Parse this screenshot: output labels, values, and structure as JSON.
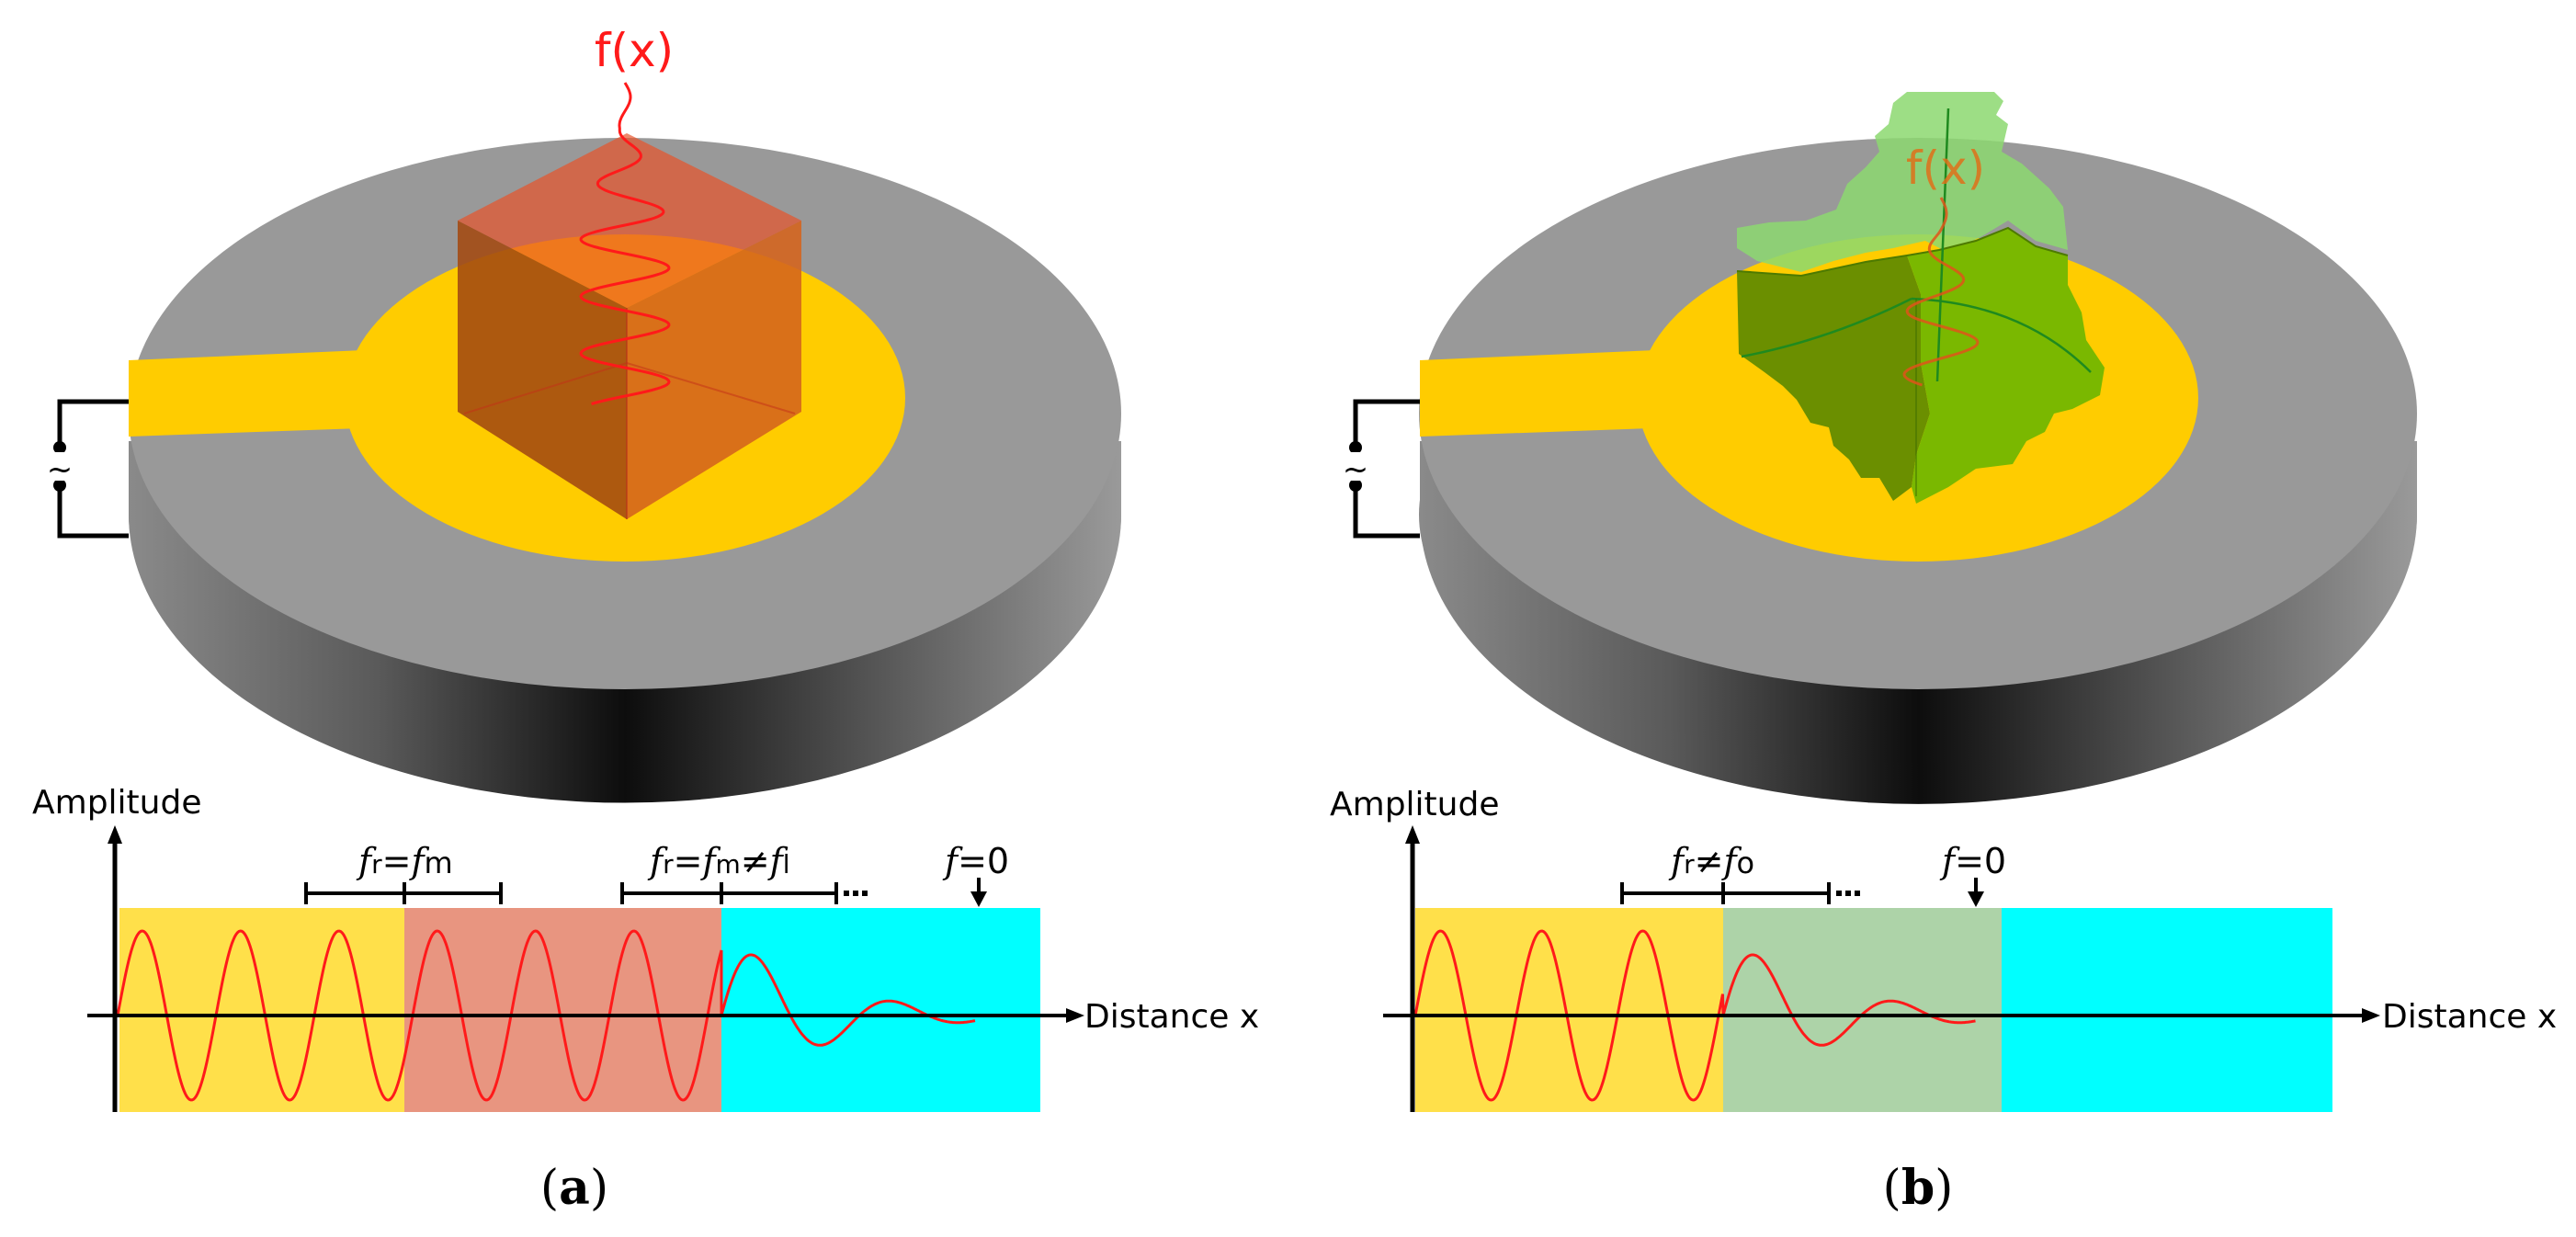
{
  "colors": {
    "disk_top": "#999999",
    "electrode": "#FFCC00",
    "cube": "#E8542A",
    "soil": "#7AB800",
    "soil_light": "#8CD870",
    "wave": "#FF1A1A",
    "band_yellow": "#FFE04A",
    "band_salmon": "#E89580",
    "band_green": "#ADD3A8",
    "band_cyan": "#00FFFF"
  },
  "panel_a": {
    "fx_label": "f(x)",
    "axis_y_label": "Amplitude",
    "axis_x_label": "Distance x",
    "bracket1": {
      "f": "f",
      "sub_r": "r",
      "eq": "=",
      "f2": "f",
      "sub_2": "m"
    },
    "bracket2": {
      "f": "f",
      "sub_r": "r",
      "eq": "=",
      "f2": "f",
      "sub_2": "m",
      "neq": "≠",
      "f3": "f",
      "sub_3": "l"
    },
    "zero_label": {
      "f": "f",
      "eq": "=0"
    },
    "caption": {
      "open": "(",
      "letter": "a",
      "close": ")"
    }
  },
  "panel_b": {
    "fx_label": "f(x)",
    "axis_y_label": "Amplitude",
    "axis_x_label": "Distance x",
    "bracket1": {
      "f": "f",
      "sub_r": "r",
      "neq": "≠",
      "f2": "f",
      "sub_2": "o"
    },
    "zero_label": {
      "f": "f",
      "eq": "=0"
    },
    "caption": {
      "open": "(",
      "letter": "b",
      "close": ")"
    }
  },
  "ac_symbol": "~"
}
